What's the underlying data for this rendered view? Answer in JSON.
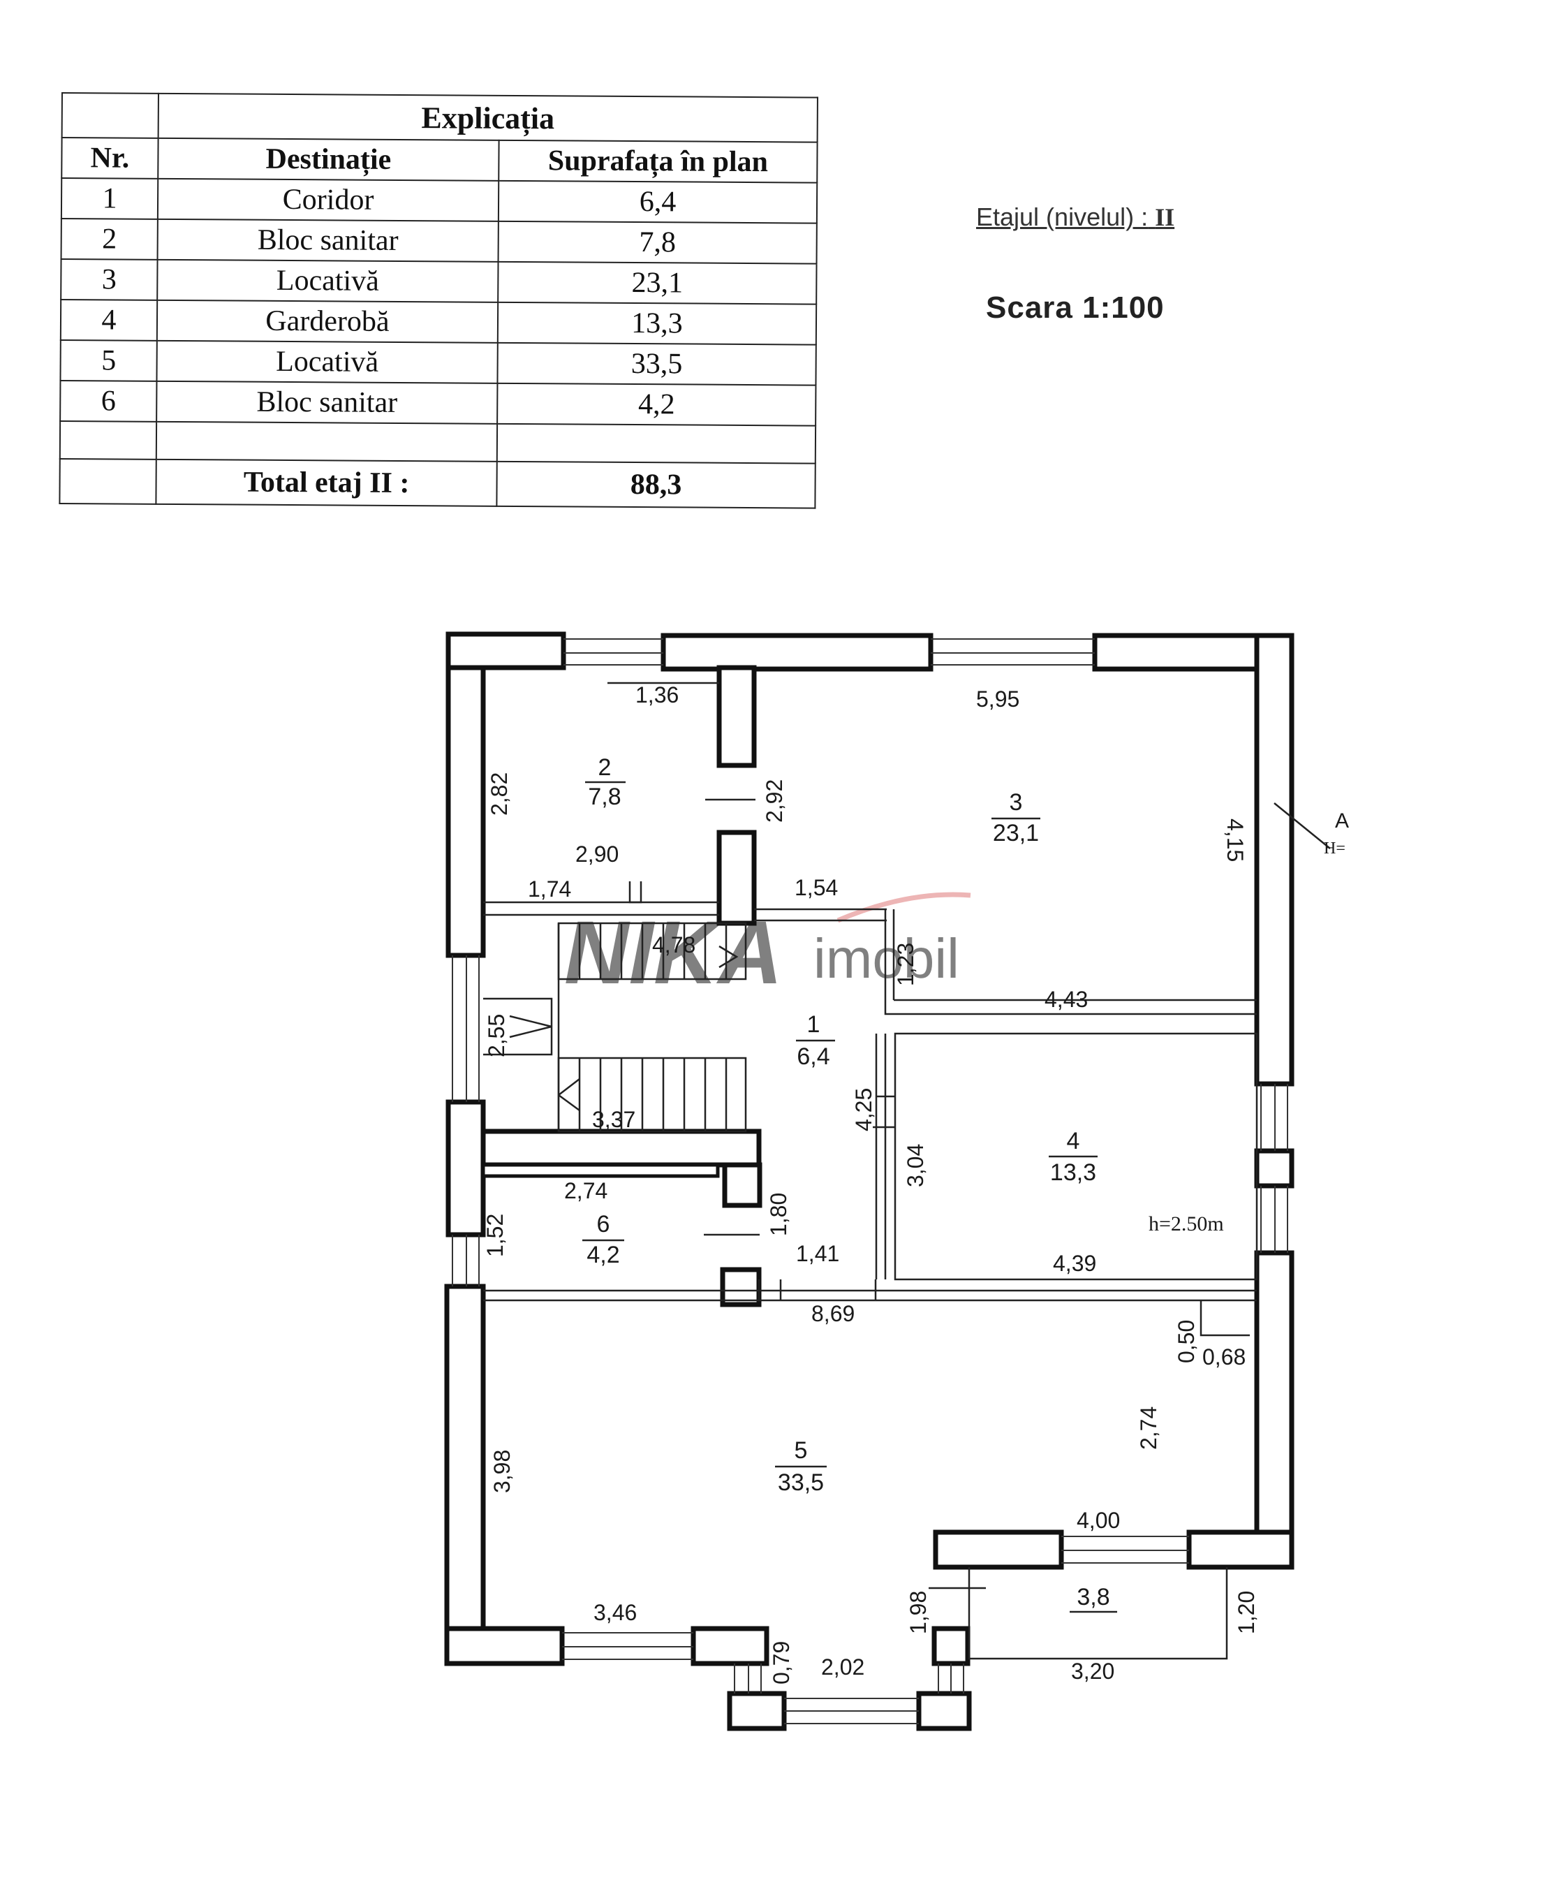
{
  "legend": {
    "title": "Explicația",
    "headers": {
      "nr": "Nr.",
      "destination": "Destinație",
      "surface": "Suprafața în plan"
    },
    "rows": [
      {
        "nr": "1",
        "destination": "Coridor",
        "surface": "6,4"
      },
      {
        "nr": "2",
        "destination": "Bloc sanitar",
        "surface": "7,8"
      },
      {
        "nr": "3",
        "destination": "Locativă",
        "surface": "23,1"
      },
      {
        "nr": "4",
        "destination": "Garderobă",
        "surface": "13,3"
      },
      {
        "nr": "5",
        "destination": "Locativă",
        "surface": "33,5"
      },
      {
        "nr": "6",
        "destination": "Bloc sanitar",
        "surface": "4,2"
      }
    ],
    "total_label": "Total etaj II :",
    "total_value": "88,3"
  },
  "floor": {
    "label": "Etajul (nivelul) :",
    "number": "II"
  },
  "scale": "Scara 1:100",
  "watermark": {
    "brand": "NIKA",
    "suffix": "imobil",
    "brand_color": "#5656a8",
    "suffix_color": "#e07a7a"
  },
  "plan": {
    "rooms": [
      {
        "nr": "1",
        "area": "6,4"
      },
      {
        "nr": "2",
        "area": "7,8"
      },
      {
        "nr": "3",
        "area": "23,1"
      },
      {
        "nr": "4",
        "area": "13,3"
      },
      {
        "nr": "5",
        "area": "33,5"
      },
      {
        "nr": "6",
        "area": "4,2"
      }
    ],
    "balcony_area": "3,8",
    "height_note": "h=2.50m",
    "section_mark": {
      "a": "A",
      "h": "H="
    },
    "dimensions": {
      "d136": "1,36",
      "d595": "5,95",
      "d282": "2,82",
      "d292": "2,92",
      "d415": "4,15",
      "d290": "2,90",
      "d174": "1,74",
      "d154": "1,54",
      "d478": "4,78",
      "d123": "1,23",
      "d443": "4,43",
      "d255": "2,55",
      "d425": "4,25",
      "d337": "3,37",
      "d304": "3,04",
      "d274a": "2,74",
      "d180": "1,80",
      "d152": "1,52",
      "d141": "1,41",
      "d439": "4,39",
      "d869": "8,69",
      "d050": "0,50",
      "d068": "0,68",
      "d274b": "2,74",
      "d398": "3,98",
      "d400": "4,00",
      "d198": "1,98",
      "d120": "1,20",
      "d346": "3,46",
      "d079": "0,79",
      "d202": "2,02",
      "d320": "3,20"
    }
  }
}
